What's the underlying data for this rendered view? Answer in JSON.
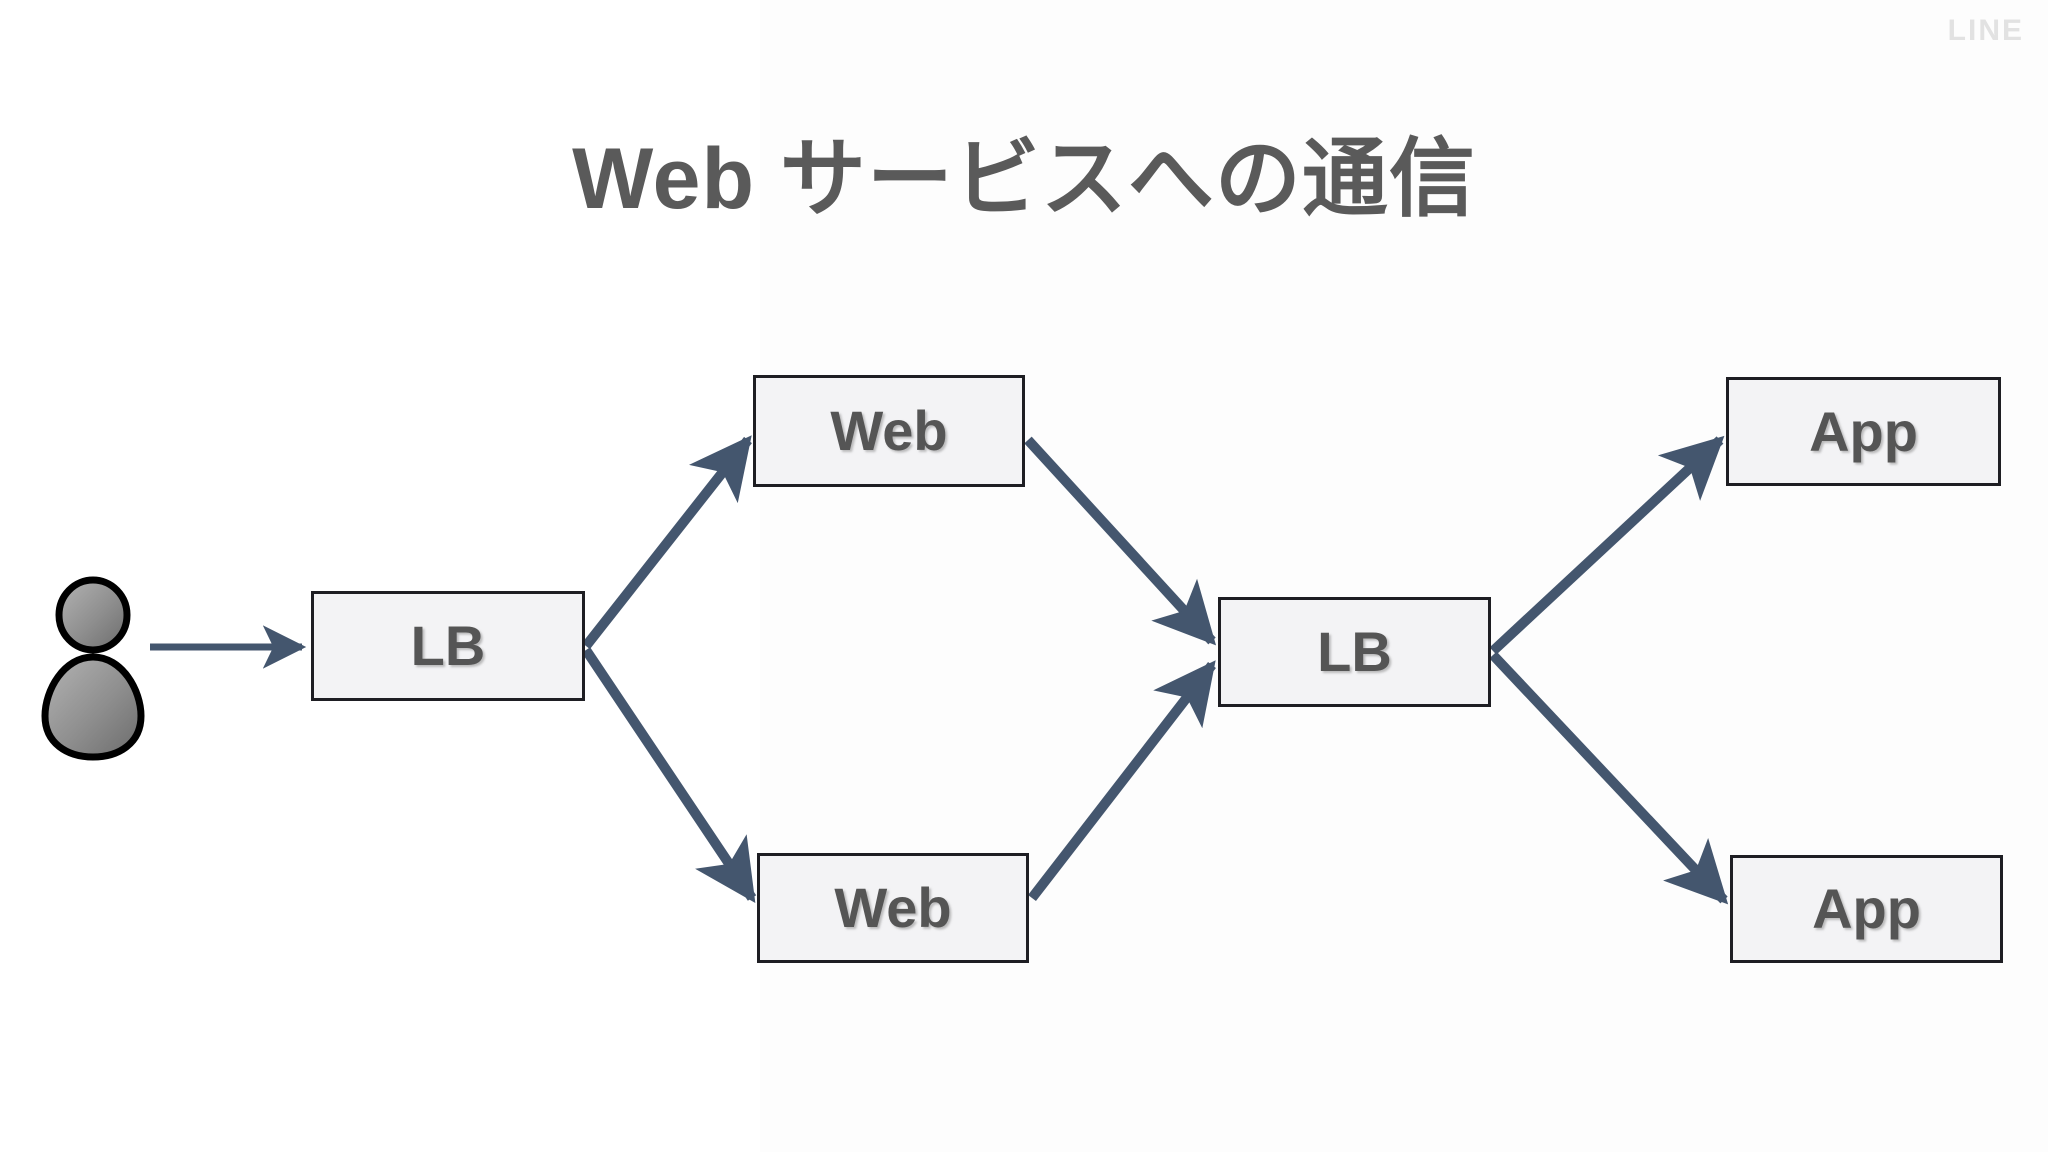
{
  "slide": {
    "title": "Web サービスへの通信",
    "brand_logo_text": "LINE",
    "background_color": "#ffffff",
    "title_color": "#5a5a5a",
    "logo_color": "#e2e2e2"
  },
  "diagram": {
    "node_fill_color": "#f3f3f5",
    "node_border_color": "#1e1e23",
    "node_label_color": "#555555",
    "arrow_color": "#44566e",
    "actor": {
      "name": "user-actor",
      "icon": "person-icon",
      "fill_color": "#8c8c8c",
      "outline_color": "#000000"
    },
    "nodes": [
      {
        "id": "lb-front",
        "label": "LB"
      },
      {
        "id": "web-top",
        "label": "Web"
      },
      {
        "id": "web-bottom",
        "label": "Web"
      },
      {
        "id": "lb-back",
        "label": "LB"
      },
      {
        "id": "app-top",
        "label": "App"
      },
      {
        "id": "app-bottom",
        "label": "App"
      }
    ],
    "edges": [
      {
        "from": "user",
        "to": "lb-front",
        "style": "straight"
      },
      {
        "from": "lb-front",
        "to": "web-top",
        "style": "diagonal-up"
      },
      {
        "from": "lb-front",
        "to": "web-bottom",
        "style": "diagonal-down"
      },
      {
        "from": "web-top",
        "to": "lb-back",
        "style": "diagonal-down"
      },
      {
        "from": "web-bottom",
        "to": "lb-back",
        "style": "diagonal-up"
      },
      {
        "from": "lb-back",
        "to": "app-top",
        "style": "diagonal-up"
      },
      {
        "from": "lb-back",
        "to": "app-bottom",
        "style": "diagonal-down"
      }
    ]
  }
}
